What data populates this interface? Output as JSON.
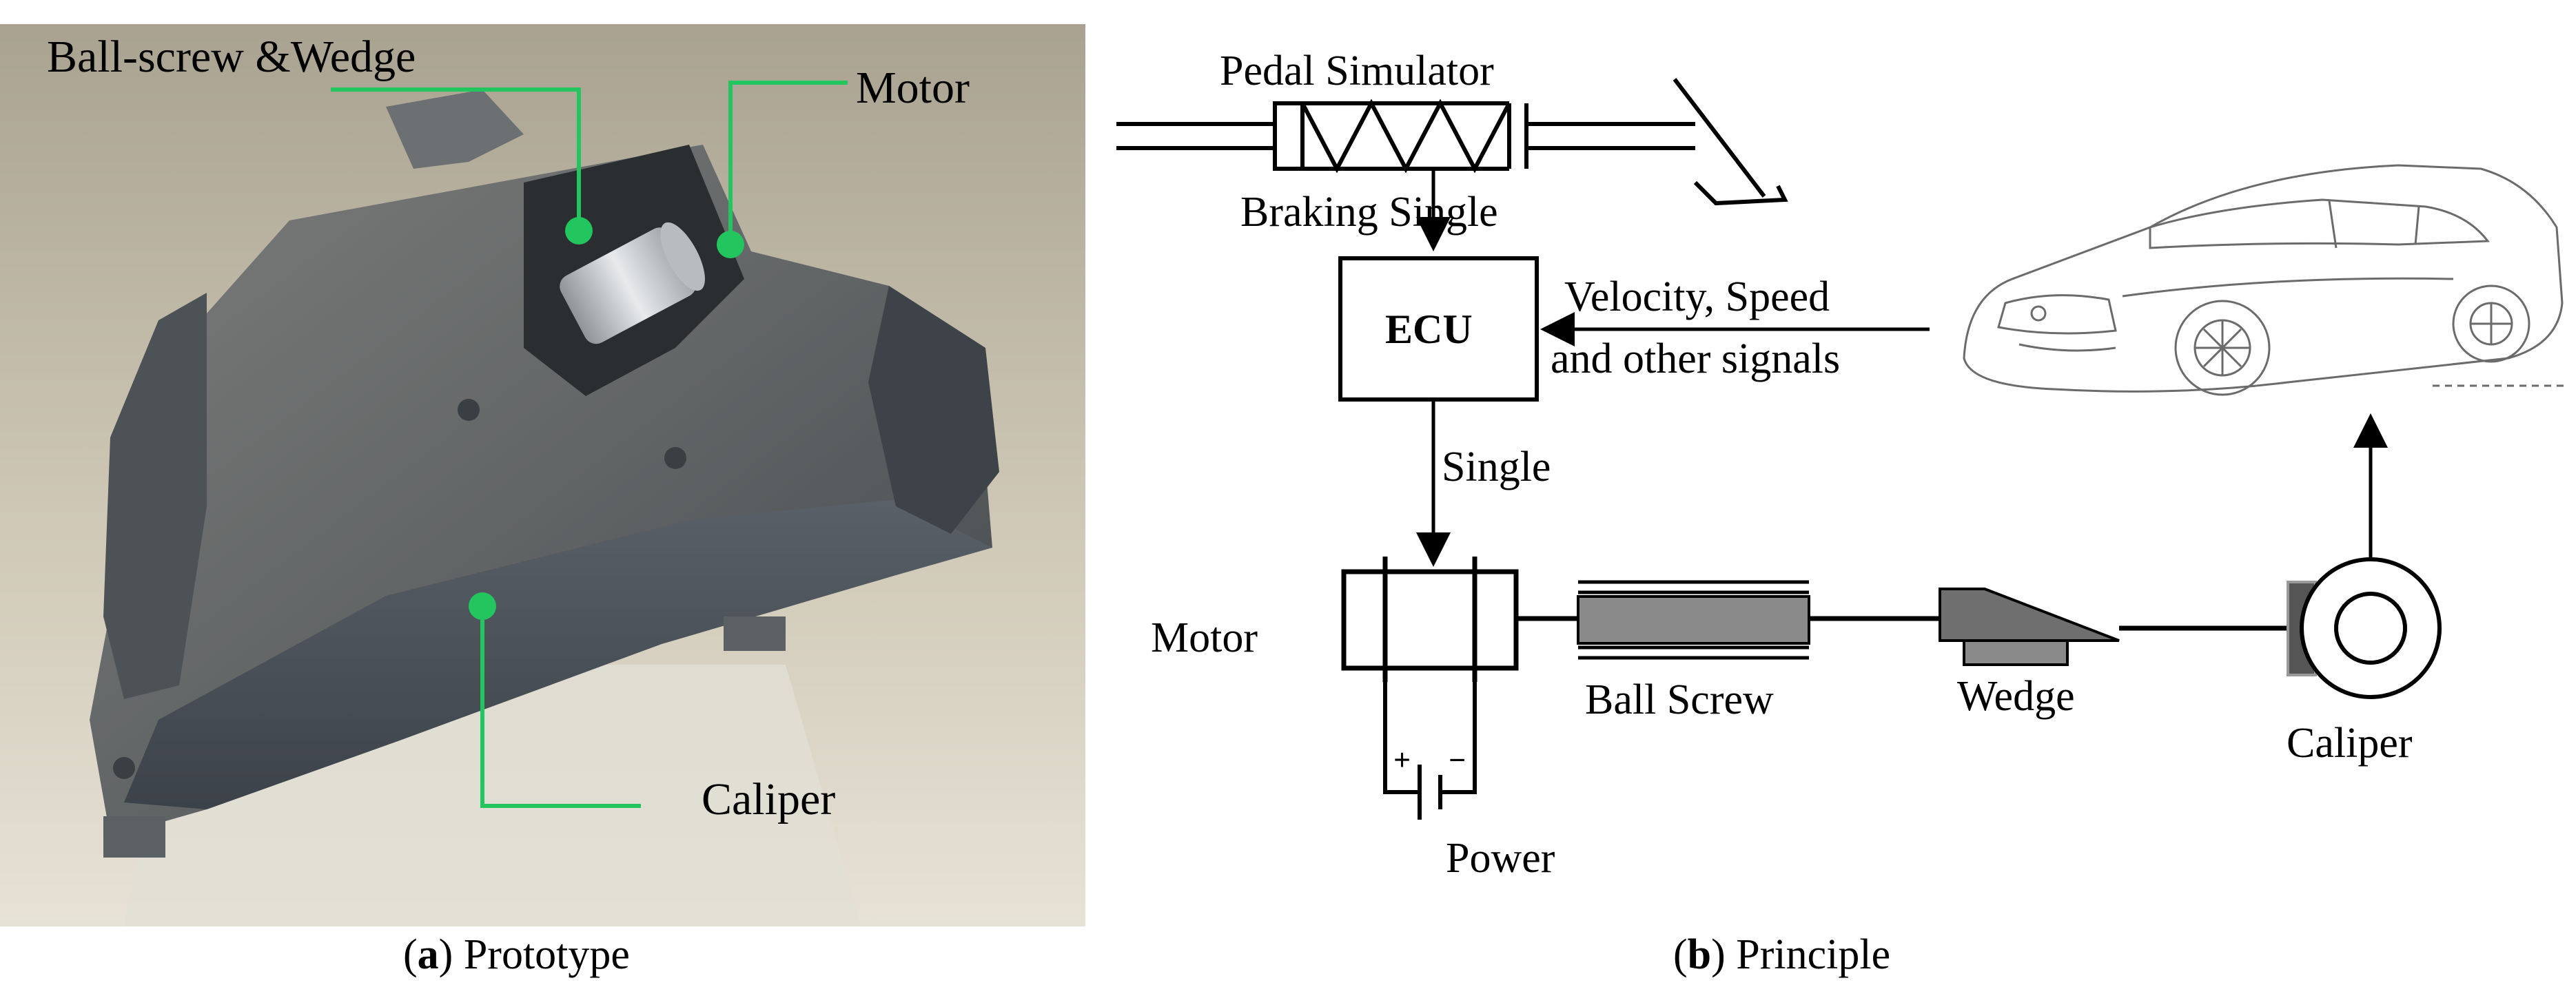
{
  "panel_a": {
    "labels": {
      "ball_screw_wedge": "Ball-screw &Wedge",
      "motor": "Motor",
      "caliper": "Caliper"
    },
    "caption": {
      "letter": "a",
      "text": "Prototype"
    },
    "marker_color": "#22c55e"
  },
  "panel_b": {
    "labels": {
      "pedal_simulator": "Pedal Simulator",
      "braking_single": "Braking Single",
      "ecu": "ECU",
      "velocity_line1": "Velocity,  Speed",
      "velocity_line2": "and other signals",
      "single": "Single",
      "motor": "Motor",
      "ball_screw": "Ball Screw",
      "wedge": "Wedge",
      "caliper": "Caliper",
      "power": "Power",
      "plus": "+",
      "minus": "−"
    },
    "caption": {
      "letter": "b",
      "text": "Principle"
    },
    "colors": {
      "ball_screw_fill": "#8a8a8a",
      "wedge_fill": "#6f6f6f"
    }
  }
}
